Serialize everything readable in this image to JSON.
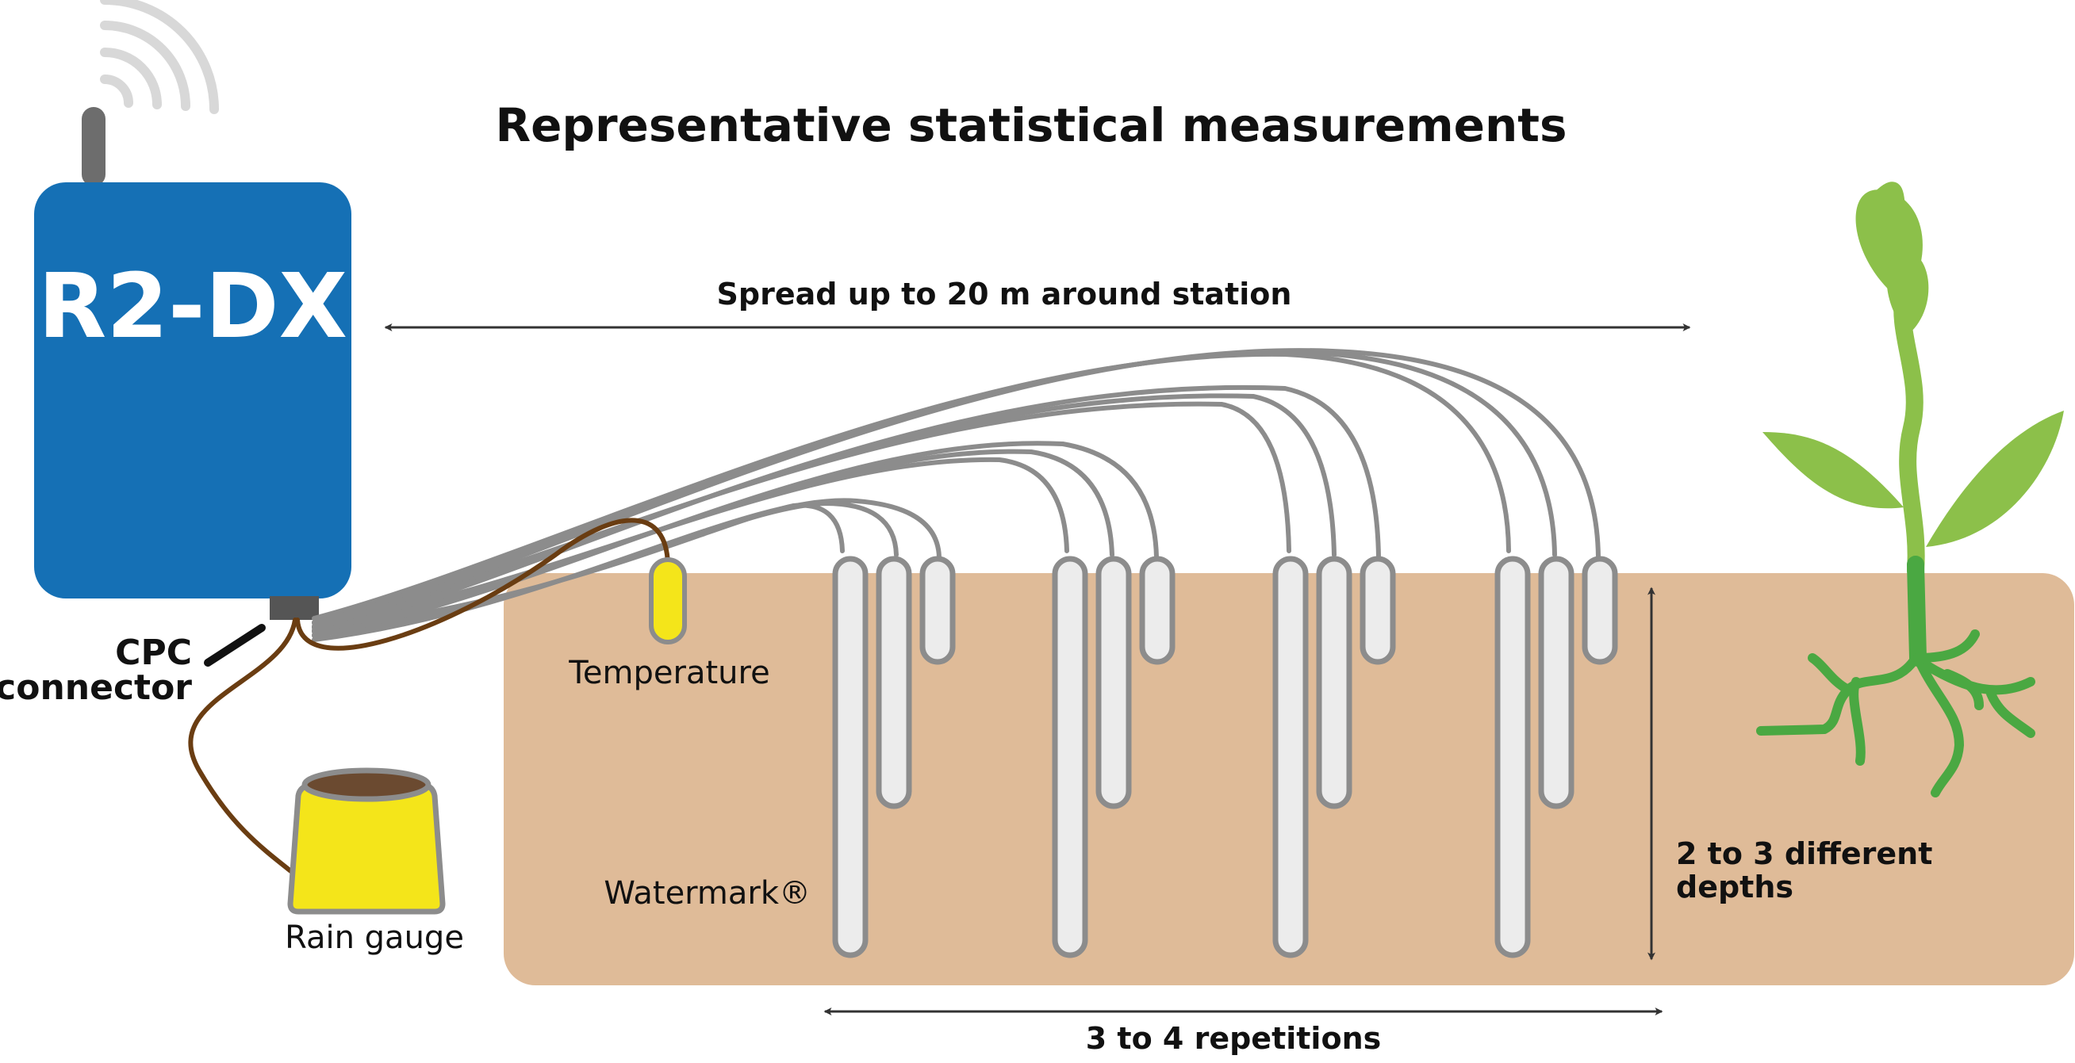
{
  "title": "Representative statistical measurements",
  "station": {
    "name": "R2-DX"
  },
  "labels": {
    "spread": "Spread up to 20 m around station",
    "repetitions": "3 to 4 repetitions",
    "depths_line1": "2 to 3 different",
    "depths_line2": "depths",
    "cpc_line1": "CPC",
    "cpc_line2": "connector",
    "temperature": "Temperature",
    "watermark": "Watermark®",
    "rain_gauge": "Rain gauge"
  },
  "colors": {
    "station_blue": "#1570b5",
    "soil": "#dfbb98",
    "cable_gray": "#8c8c8c",
    "cable_brown": "#6a3d12",
    "sensor_yellow": "#f4e51a",
    "plant_green": "#8cc04a",
    "root_green": "#4aa842"
  },
  "sensors": {
    "repetitions": 4,
    "depths_per_repetition": 3
  }
}
